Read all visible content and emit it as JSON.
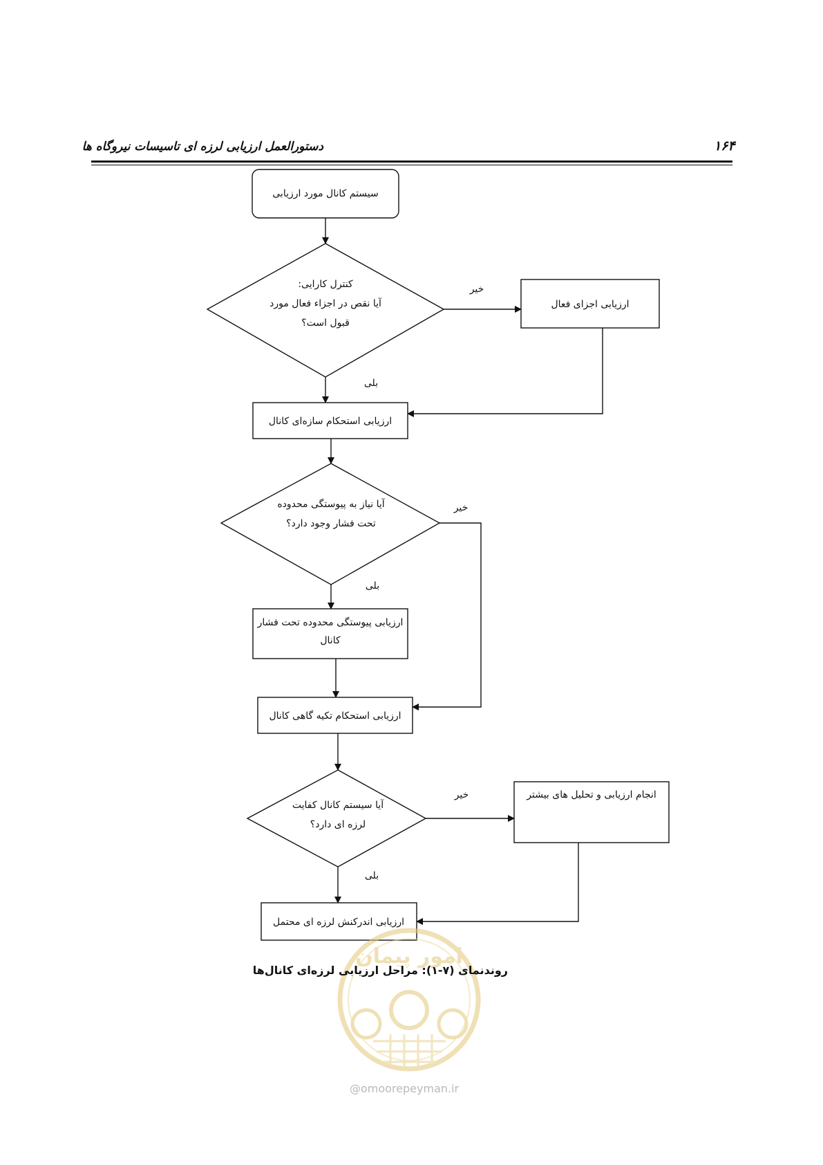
{
  "header": {
    "page_number": "۱۶۴",
    "title": "دستورالعمل ارزیابی لرزه ای تاسیسات نیروگاه ها"
  },
  "flowchart": {
    "start": "سیستم کانال مورد ارزیابی",
    "decision1": [
      "کنترل کارایی:",
      "آیا نقص در اجزاء فعال مورد",
      "قبول است؟"
    ],
    "decision1_no": "خیر",
    "decision1_yes": "بلی",
    "active_eval": "ارزیابی اجزای فعال",
    "structural_eval": "ارزیابی استحکام سازه‌ای کانال",
    "decision2": [
      "آیا نیاز به پیوستگی محدوده",
      "تحت فشار وجود دارد؟"
    ],
    "decision2_no": "خیر",
    "decision2_yes": "بلی",
    "pressure_eval": [
      "ارزیابی پیوستگی محدوده تحت فشار",
      "کانال"
    ],
    "support_eval": "ارزیابی استحکام تکیه گاهی کانال",
    "decision3": [
      "آیا سیستم کانال کفایت",
      "لرزه ای دارد؟"
    ],
    "decision3_no": "خیر",
    "decision3_yes": "بلی",
    "further_eval": "انجام ارزیابی و تحلیل های بیشتر",
    "interaction_eval": "ارزیابی اندرکنش لرزه ای محتمل"
  },
  "caption": "روندنمای (۷-۱): مراحل ارزیابی لرزه‌ای کانال‌ها",
  "watermark": {
    "url": "omoorepeyman.ir",
    "logo_text": "امور پیمان",
    "color": "#e3c77a"
  }
}
